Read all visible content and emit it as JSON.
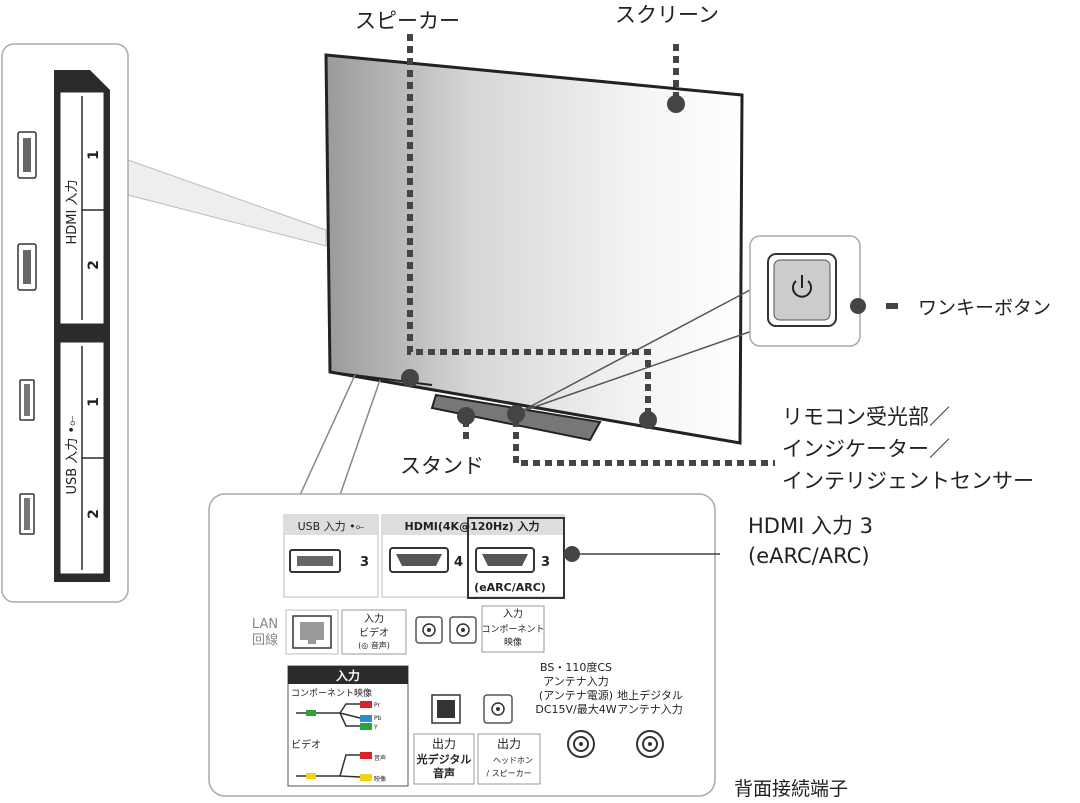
{
  "labels": {
    "speaker": "スピーカー",
    "screen": "スクリーン",
    "one_key_button": "ワンキーボタン",
    "sensor_line1": "リモコン受光部／",
    "sensor_line2": "インジケーター／",
    "sensor_line3": "インテリジェントセンサー",
    "stand": "スタンド",
    "hdmi3_line1": "HDMI 入力 3",
    "hdmi3_line2": "(eARC/ARC)",
    "rear_connectors": "背面接続端子"
  },
  "side_panel": {
    "hdmi_label": "HDMI 入力",
    "hdmi_ports": [
      "1",
      "2"
    ],
    "usb_label": "USB 入力 •⟜",
    "usb_ports": [
      "1",
      "2"
    ]
  },
  "rear_panel": {
    "usb_header": "USB 入力 •⟜",
    "usb_port": "3",
    "hdmi_header": "HDMI(4K@120Hz) 入力",
    "hdmi_ports": [
      "4",
      "3"
    ],
    "earc_label": "(eARC/ARC)",
    "lan_line1": "LAN",
    "lan_line2": "回線",
    "video_in_header": "入力",
    "video_in_line1": "ビデオ",
    "video_in_line2": "(◎ 音声)",
    "component_header": "入力",
    "component_line1": "コンポーネント",
    "component_line2": "映像",
    "bs_line1": "BS・110度CS",
    "bs_line2": "アンテナ入力",
    "bs_line3": "(アンテナ電源)",
    "bs_line4": "DC15V/最大4W",
    "terr_line1": "地上デジタル",
    "terr_line2": "アンテナ入力",
    "optical_header": "出力",
    "optical_line1": "光デジタル",
    "optical_line2": "音声",
    "headphone_header": "出力",
    "headphone_line1": "ヘッドホン",
    "headphone_line2": "/ スピーカー",
    "input_box_title": "入力",
    "input_box_component": "コンポーネント映像",
    "input_box_video": "ビデオ",
    "pins": [
      "Pr",
      "Pb",
      "Y",
      "音声",
      "映像"
    ]
  },
  "colors": {
    "pr": "#d8232a",
    "pb": "#2a8fd0",
    "y": "#2aa43a",
    "audio_red": "#d8232a",
    "video_yellow": "#f2d21b",
    "panel_dark": "#2b2b2b"
  }
}
